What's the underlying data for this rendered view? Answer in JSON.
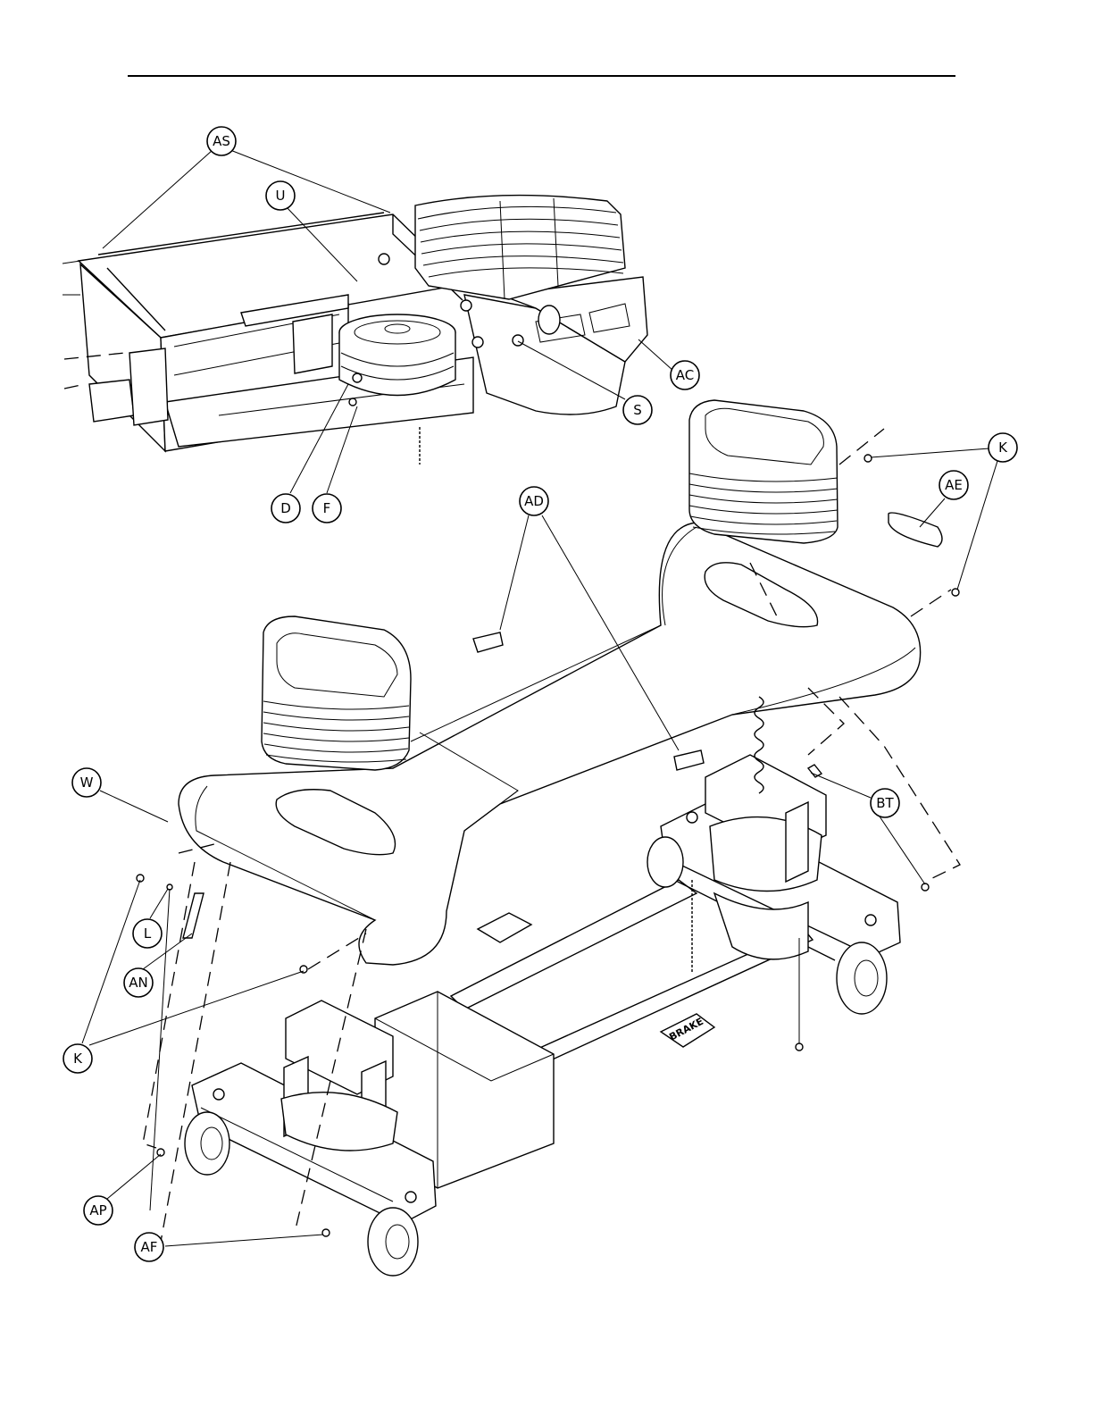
{
  "callouts": [
    {
      "id": "AS",
      "label": "AS"
    },
    {
      "id": "U",
      "label": "U"
    },
    {
      "id": "AC",
      "label": "AC"
    },
    {
      "id": "S",
      "label": "S"
    },
    {
      "id": "D",
      "label": "D"
    },
    {
      "id": "F",
      "label": "F"
    },
    {
      "id": "K1",
      "label": "K"
    },
    {
      "id": "AE",
      "label": "AE"
    },
    {
      "id": "AD",
      "label": "AD"
    },
    {
      "id": "W",
      "label": "W"
    },
    {
      "id": "BT",
      "label": "BT"
    },
    {
      "id": "L",
      "label": "L"
    },
    {
      "id": "AN",
      "label": "AN"
    },
    {
      "id": "K2",
      "label": "K"
    },
    {
      "id": "AP",
      "label": "AP"
    },
    {
      "id": "AF",
      "label": "AF"
    }
  ],
  "pedal_label": "BRAKE"
}
